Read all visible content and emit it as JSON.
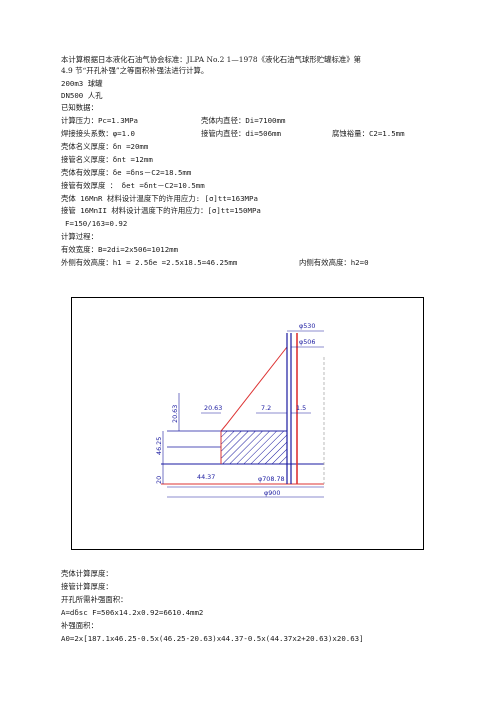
{
  "intro": {
    "line1": "本计算根据日本液化石油气协会标准：JLPA  No.2 1—1978《液化石油气球形贮罐标准》第",
    "line2": "4.9 节“开孔补强”之等面积补强法进行计算。"
  },
  "vessel": "200m3 球罐",
  "manhole": "DN500 人孔",
  "known_title": "已知数据：",
  "row1": {
    "a": "计算压力：Pc=1.3MPa",
    "b": "壳体内直径：Di=7100mm"
  },
  "row2": {
    "a": "焊接接头系数：φ=1.0",
    "b": "接管内直径：di=506mm",
    "c": "腐蚀裕量：C2=1.5mm"
  },
  "shell_nominal": "壳体名义厚度：δn =20mm",
  "nozzle_nominal": "接管名义厚度：δnt =12mm",
  "shell_effective": "壳体有效厚度：δe =δns－C2=18.5mm",
  "nozzle_effective": "接管有效厚度 ：  δet =δnt－C2=10.5mm",
  "shell_allow": "壳体 16MnR 材料设计温度下的许用应力:   [σ]tt=163MPa",
  "nozzle_allow": "接管 16MnII 材料设计温度下的许用应力：[σ]tt=150MPa",
  "ratio": "F=150/163=0.92",
  "process_title": "计算过程：",
  "width": "有效宽度：B=2di=2x506=1012mm",
  "height_out": "外侧有效高度：h1 = 2.5δe =2.5x18.5=46.25mm",
  "height_in": "内侧有效高度：h2=0",
  "dims": {
    "d530": "φ530",
    "d506": "φ506",
    "d20_63": "20.63",
    "d7_2": "7.2",
    "d1_5": "1.5",
    "d20_63v": "20.63",
    "d46_25": "46.25",
    "d20": "20",
    "d44_37": "44.37",
    "d708": "φ708.78",
    "d900": "φ900"
  },
  "shell_calc": "壳体计算厚度：",
  "nozzle_calc": "接管计算厚度：",
  "area_req_title": "开孔所需补强面积：",
  "area_req": "A=dδsc F=506x14.2x0.92=6610.4mm2",
  "area_comp_title": "补强面积：",
  "a0": "A0=2x[187.1x46.25-0.5x(46.25-20.63)x44.37-0.5x(44.37x2+20.63)x20.63]"
}
